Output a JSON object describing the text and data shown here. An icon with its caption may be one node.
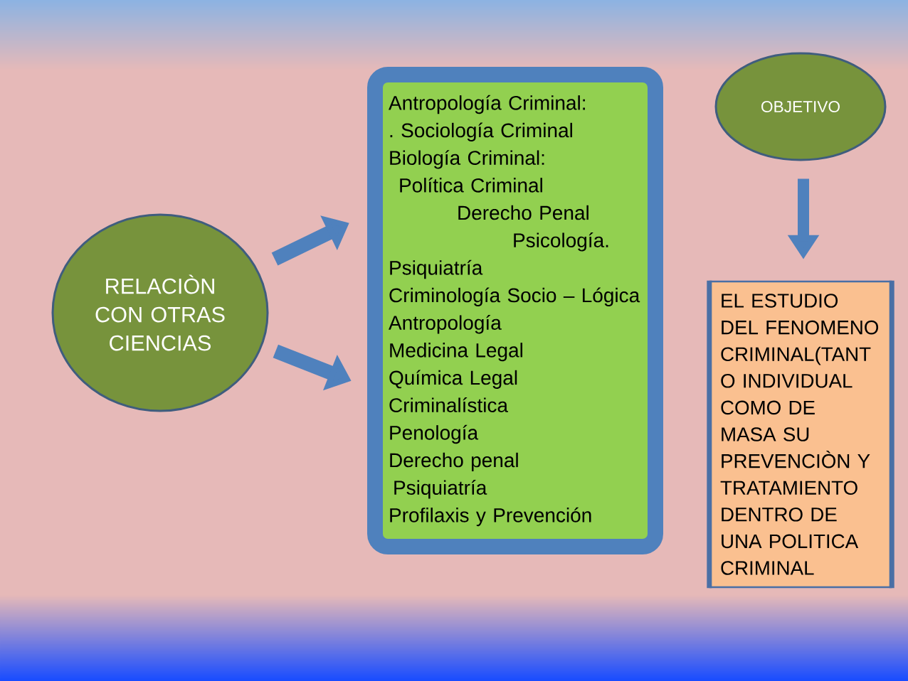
{
  "diagram": {
    "nodes": [
      {
        "text": [
          "RELACIÒN CON OTRAS CIENCIAS"
        ]
      },
      {
        "text": [
          "Antropología Criminal:",
          ". Sociología Criminal",
          "Biología Criminal:",
          "Política Criminal",
          "Derecho Penal",
          "Psicología.",
          "Psiquiatría",
          "Criminología Socio – Lógica",
          "Antropología",
          "Medicina Legal",
          "Química Legal",
          "Criminalística",
          "Penología",
          "Derecho penal",
          "Psiquiatría",
          "Profilaxis y Prevención"
        ]
      },
      {
        "text": [
          "OBJETIVO"
        ]
      },
      {
        "text": [
          "EL ESTUDIO DEL FENOMENO CRIMINAL(TANT O INDIVIDUAL COMO DE MASA SU PREVENCIÒN Y TRATAMIENTO DENTRO DE UNA POLITICA CRIMINAL"
        ]
      }
    ],
    "edges": [
      {
        "from": 0,
        "to": 1,
        "arrow": "to"
      },
      {
        "from": 0,
        "to": 1,
        "arrow": "to"
      },
      {
        "from": 2,
        "to": 3,
        "arrow": "to"
      }
    ]
  }
}
